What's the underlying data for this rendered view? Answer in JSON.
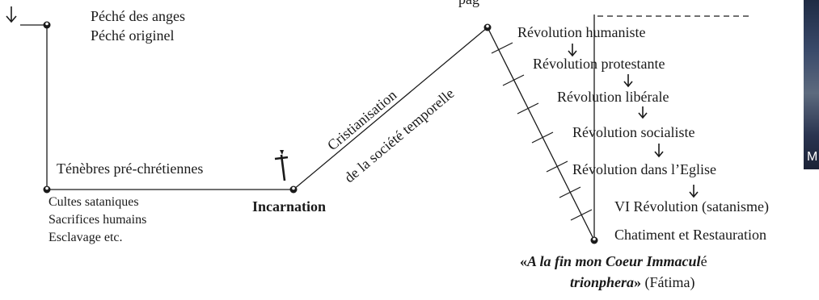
{
  "labels": {
    "fall": [
      "Péché des anges",
      "Péché originel"
    ],
    "darkness": "Ténèbres pré-chrétiennes",
    "pagan": [
      "Cultes sataniques",
      "Sacrifices humains",
      "Esclavage etc."
    ],
    "incarnation": "Incarnation",
    "christianisation": [
      "Cristianisation",
      "de la société temporelle"
    ],
    "top_label": "pag",
    "revolutions": [
      "Révolution humaniste",
      "Révolution protestante",
      "Révolution libérale",
      "Révolution socialiste",
      "Révolution dans l’Eglise",
      "VI Révolution (satanisme)"
    ],
    "chastisement": "Chatiment et Restauration",
    "fatima": {
      "quote_open": "«",
      "line1_bold_italic": "A la fin mon Coeur Immacul",
      "line1_tail": "é",
      "line2_bold_italic": "trionphera",
      "line2_close": "»",
      "line2_tail": " (Fátima)"
    },
    "thumbnail_letter": "M"
  },
  "icons": {
    "arrow": "down-arrow-icon",
    "cross": "dagger-cross-icon",
    "node": "node-dot-icon"
  },
  "colors": {
    "ink": "#1a1a1a",
    "background": "#ffffff"
  }
}
